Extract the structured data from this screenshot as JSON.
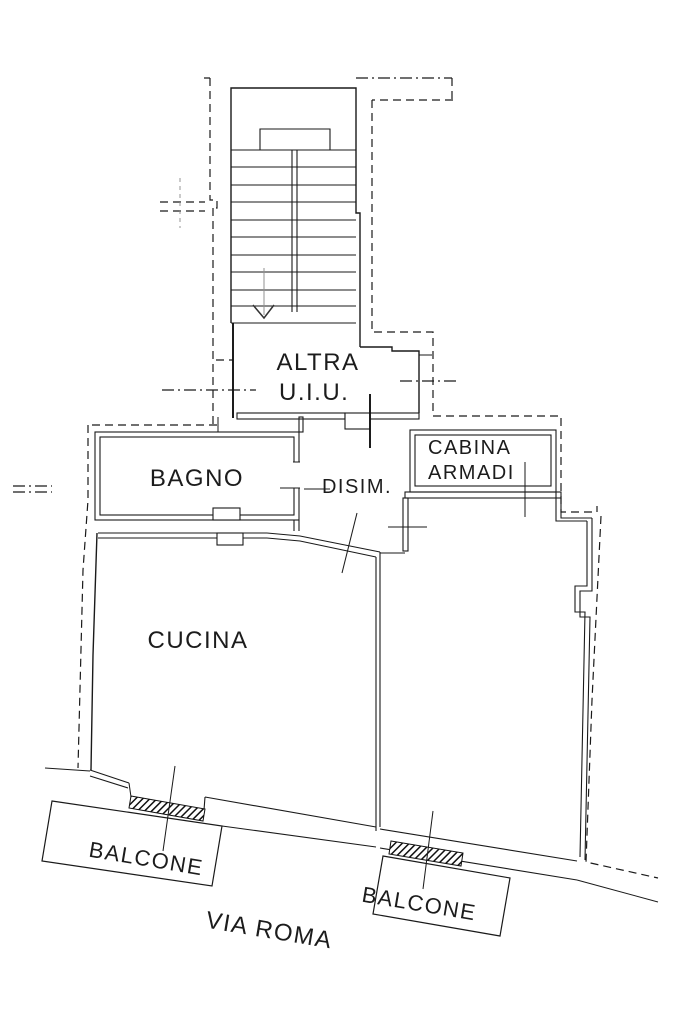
{
  "floorplan": {
    "street_name": "VIA ROMA",
    "rooms": [
      {
        "id": "altra-uiu",
        "label_lines": [
          "ALTRA",
          "U.I.U."
        ]
      },
      {
        "id": "bagno",
        "label_lines": [
          "BAGNO"
        ]
      },
      {
        "id": "disim",
        "label_lines": [
          "DISIM."
        ]
      },
      {
        "id": "cabina-armadi",
        "label_lines": [
          "CABINA",
          "ARMADI"
        ]
      },
      {
        "id": "cucina",
        "label_lines": [
          "CUCINA"
        ]
      },
      {
        "id": "balcone-left",
        "label_lines": [
          "BALCONE"
        ]
      },
      {
        "id": "balcone-right",
        "label_lines": [
          "BALCONE"
        ]
      }
    ],
    "colors": {
      "line": "#1a1a1a",
      "background": "#ffffff",
      "arrow_shaft": "#909090"
    }
  }
}
